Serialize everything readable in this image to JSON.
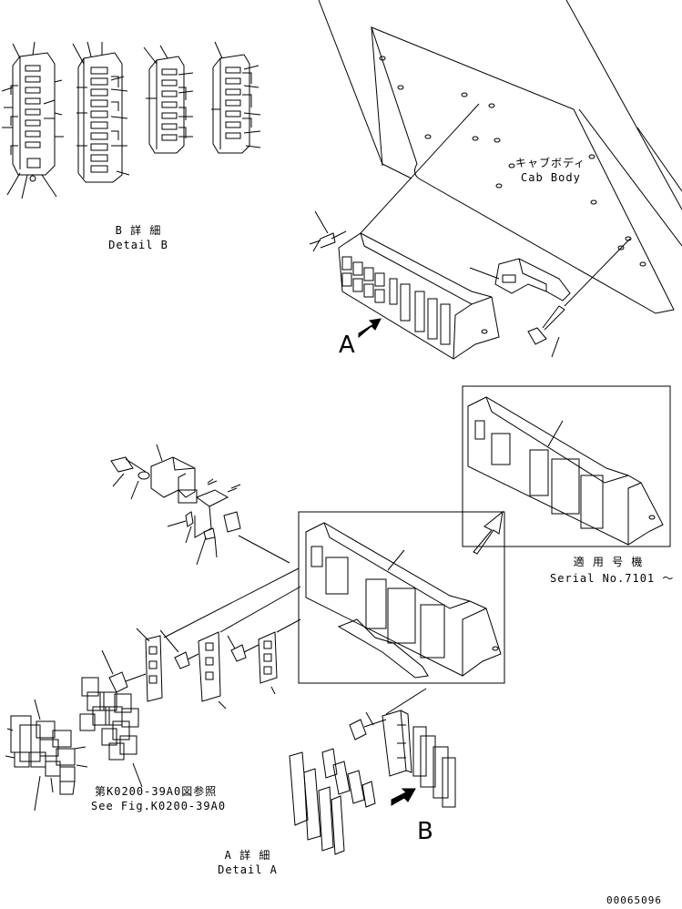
{
  "labels": {
    "cab_body_jp": "キャブボディ",
    "cab_body_en": "Cab Body",
    "detail_b_jp": "B 詳 細",
    "detail_b_en": "Detail B",
    "detail_a_jp": "A 詳 細",
    "detail_a_en": "Detail A",
    "serial_jp": "適 用 号 機",
    "serial_en": "Serial No.7101 ～",
    "see_fig_jp": "第K0200-39A0図参照",
    "see_fig_en": "See Fig.K0200-39A0",
    "callout_a": "A",
    "callout_b": "B",
    "drawing_number": "00065096"
  }
}
